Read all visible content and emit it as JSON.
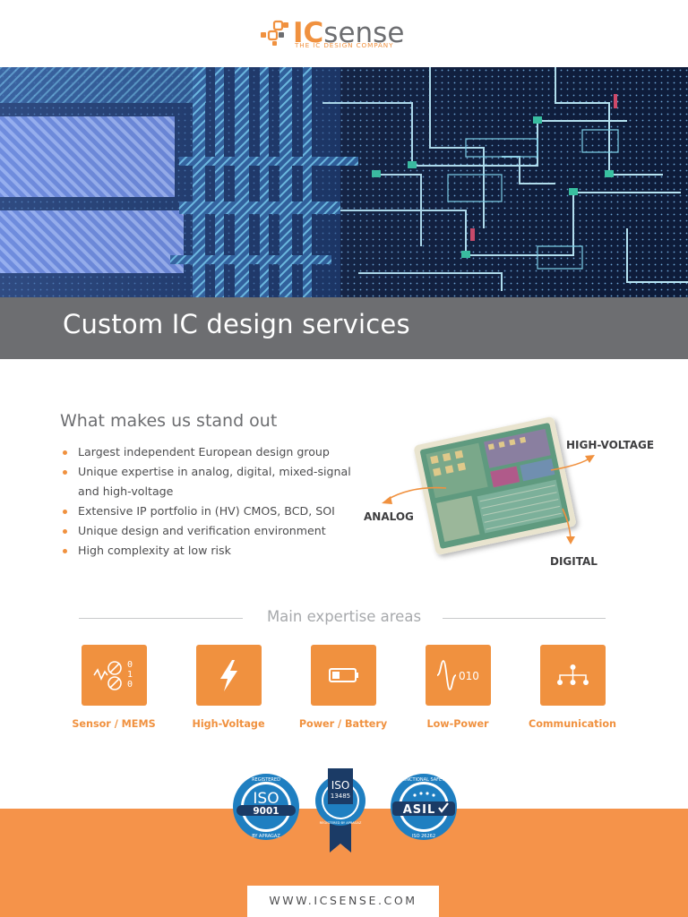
{
  "brand": {
    "name_ic": "IC",
    "name_rest": "SENSE",
    "tagline": "THE IC DESIGN COMPANY"
  },
  "banner": {
    "title": "Custom IC design services"
  },
  "standout": {
    "title": "What makes us stand out",
    "items": [
      "Largest independent European design group",
      "Unique expertise in analog, digital, mixed-signal",
      "and high-voltage",
      "Extensive IP portfolio in (HV) CMOS, BCD, SOI",
      "Unique design and verification environment",
      "High complexity at low risk"
    ]
  },
  "chip": {
    "labels": {
      "high_voltage": "HIGH-VOLTAGE",
      "analog": "ANALOG",
      "digital": "DIGITAL"
    }
  },
  "expertise": {
    "title": "Main expertise areas",
    "areas": [
      {
        "label": "Sensor / MEMS",
        "icon": "sensor-mems-icon",
        "icon_text": [
          "0",
          "1",
          "0"
        ]
      },
      {
        "label": "High-Voltage",
        "icon": "lightning-bolt-icon"
      },
      {
        "label": "Power / Battery",
        "icon": "battery-icon"
      },
      {
        "label": "Low-Power",
        "icon": "waveform-icon",
        "icon_text": "010"
      },
      {
        "label": "Communication",
        "icon": "network-icon"
      }
    ]
  },
  "certifications": [
    {
      "name": "ISO",
      "number": "9001",
      "top_text": "REGISTERED",
      "bottom_text": "BY APRAGAZ"
    },
    {
      "name": "ISO",
      "number": "13485",
      "bottom_text": "REGISTERED BY APRAGAZ"
    },
    {
      "name": "ASIL",
      "top_text": "FUNCTIONAL SAFETY",
      "bottom_text": "ISO 26262"
    }
  ],
  "footer": {
    "url": "WWW.ICSENSE.COM"
  },
  "colors": {
    "accent": "#f0913f",
    "banner_gray": "#6d6e71",
    "badge_blue": "#1f7fc1",
    "badge_navy": "#1b3b66"
  }
}
